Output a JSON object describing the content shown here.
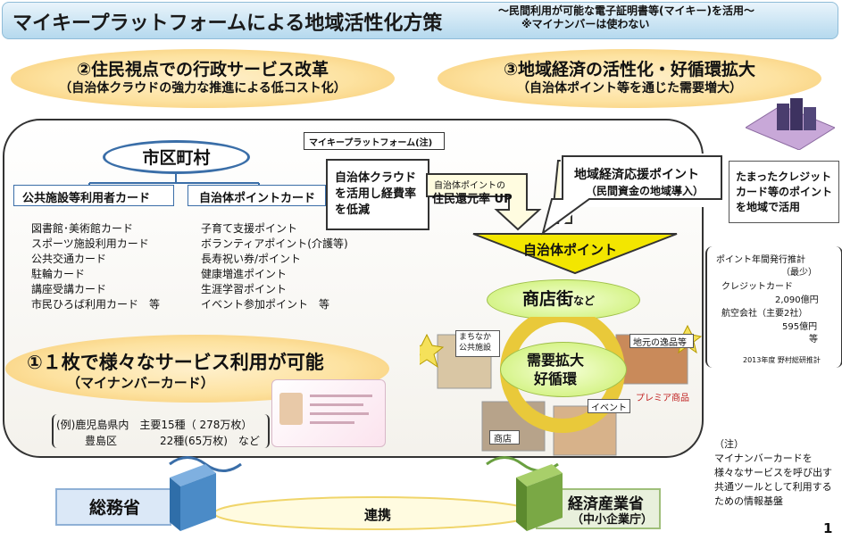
{
  "header": {
    "title": "マイキープラットフォームによる地域活性化方策",
    "sub1": "～民間利用が可能な電子証明書等(マイキー)を活用～",
    "sub2": "※マイナンバーは使わない"
  },
  "goal2": {
    "title": "②住民視点での行政サービス改革",
    "sub": "（自治体クラウドの強力な推進による低コスト化）"
  },
  "goal3": {
    "title": "③地域経済の活性化・好循環拡大",
    "sub": "（自治体ポイント等を通じた需要増大）"
  },
  "city": {
    "label": "市区町村"
  },
  "card_left": {
    "title": "公共施設等利用者カード",
    "items": [
      "図書館･美術館カード",
      "スポーツ施設利用カード",
      "公共交通カード",
      "駐輪カード",
      "講座受講カード",
      "市民ひろば利用カード　等"
    ]
  },
  "card_right": {
    "title": "自治体ポイントカード",
    "items": [
      "子育て支援ポイント",
      "ボランティアポイント(介護等)",
      "長寿祝い券/ポイント",
      "健康増進ポイント",
      "生涯学習ポイント",
      "イベント参加ポイント　等"
    ]
  },
  "platform": {
    "label": "マイキープラットフォーム(注)"
  },
  "cloud": {
    "lines": [
      "自治体クラウド",
      "を活用し経費率",
      "を低減"
    ]
  },
  "return_rate": {
    "line1": "自治体ポイントの",
    "line2": "住民還元率 UP"
  },
  "support": {
    "line1": "地域経済応援ポイント",
    "line2": "（民間資金の地域導入）"
  },
  "points_arrow": {
    "label": "自治体ポイント"
  },
  "shopping": {
    "main": "商店街",
    "suffix": "など"
  },
  "cycle": {
    "line1": "需要拡大",
    "line2": "好循環"
  },
  "tags": {
    "facility1": "まちなか",
    "facility2": "公共施設",
    "local_goods": "地元の逸品等",
    "premium": "プレミア商品",
    "event": "イベント",
    "shop": "商店"
  },
  "goal1": {
    "title": "①１枚で様々なサービス利用が可能",
    "sub": "（マイナンバーカード）"
  },
  "example": {
    "line1": "(例)鹿児島県内　主要15種（ 278万枚）",
    "line2": "豊島区　　　　22種(65万枚)　など"
  },
  "credit": {
    "lines": [
      "たまったクレジット",
      "カード等のポイント",
      "を地域で活用"
    ]
  },
  "stats": {
    "heading": "ポイント年間発行推計",
    "min": "（最少）",
    "credit_label": "クレジットカード",
    "credit_value": "2,090億円",
    "airline_label": "航空会社（主要2社）",
    "airline_value": "595億円",
    "etc": "等",
    "source": "2013年度 野村総研推計"
  },
  "ministries": {
    "left": "総務省",
    "right": "経済産業省",
    "right_sub": "（中小企業庁）",
    "link": "連携"
  },
  "footnote": {
    "lines": [
      "（注）",
      "マイナンバーカードを",
      "様々なサービスを呼び出す",
      "共通ツールとして利用する",
      "ための情報基盤"
    ]
  },
  "page_number": "1",
  "colors": {
    "accent_blue": "#2f6ea9",
    "oval_orange": "#f6c76a",
    "arrow_yellow": "#f3e600",
    "ministry_blue": "#dbe8f7",
    "ministry_green": "#e8f0dc"
  }
}
